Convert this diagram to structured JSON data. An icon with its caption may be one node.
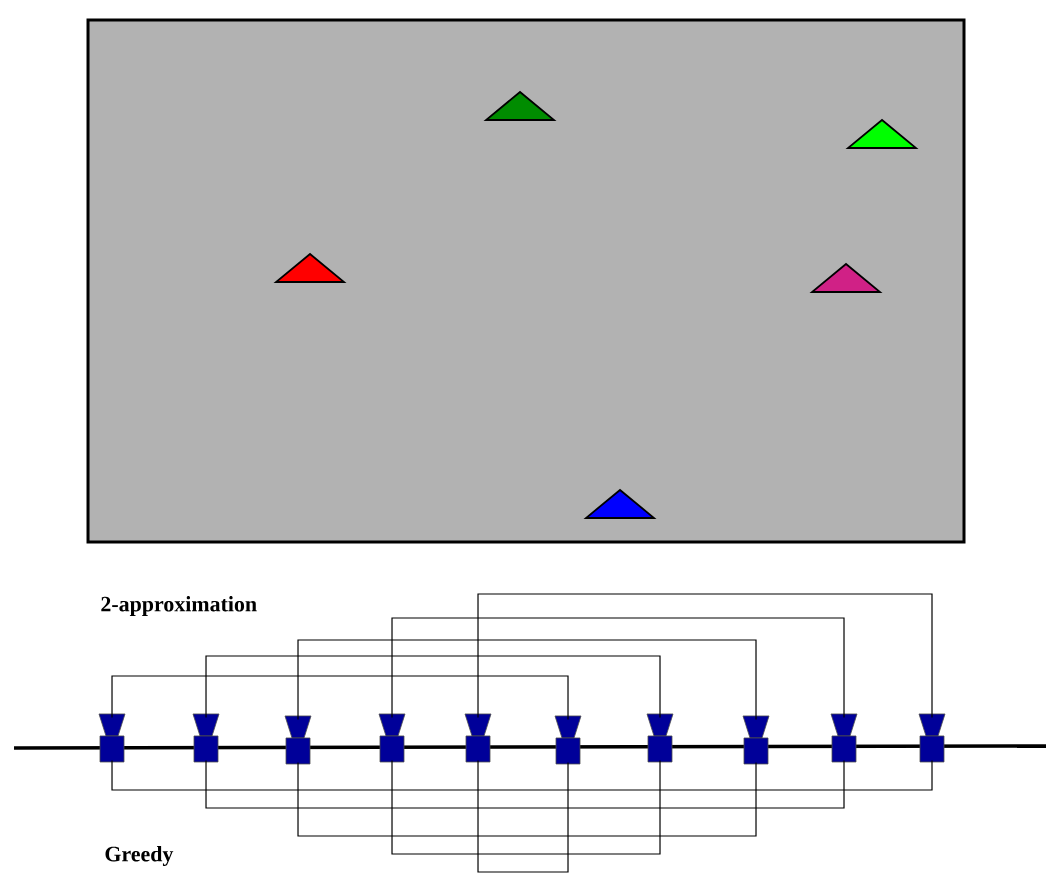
{
  "diagram": {
    "nodes": [
      {
        "text": [],
        "shape": "hourglass"
      },
      {
        "text": [],
        "shape": "hourglass"
      },
      {
        "text": [],
        "shape": "hourglass"
      },
      {
        "text": [],
        "shape": "hourglass"
      },
      {
        "text": [],
        "shape": "hourglass"
      },
      {
        "text": [],
        "shape": "hourglass"
      },
      {
        "text": [],
        "shape": "hourglass"
      },
      {
        "text": [],
        "shape": "hourglass"
      },
      {
        "text": [],
        "shape": "hourglass"
      },
      {
        "text": [],
        "shape": "hourglass"
      }
    ],
    "edges": [
      {
        "from": 0,
        "to": 5,
        "arrow": "none"
      },
      {
        "from": 1,
        "to": 6,
        "arrow": "none"
      },
      {
        "from": 2,
        "to": 7,
        "arrow": "none"
      },
      {
        "from": 3,
        "to": 8,
        "arrow": "none"
      },
      {
        "from": 4,
        "to": 9,
        "arrow": "none"
      },
      {
        "from": 0,
        "to": 9,
        "arrow": "none"
      },
      {
        "from": 1,
        "to": 8,
        "arrow": "none"
      },
      {
        "from": 2,
        "to": 7,
        "arrow": "none"
      },
      {
        "from": 3,
        "to": 6,
        "arrow": "none"
      },
      {
        "from": 4,
        "to": 5,
        "arrow": "none"
      }
    ],
    "labels": [
      "2-approximation",
      "Greedy"
    ]
  }
}
